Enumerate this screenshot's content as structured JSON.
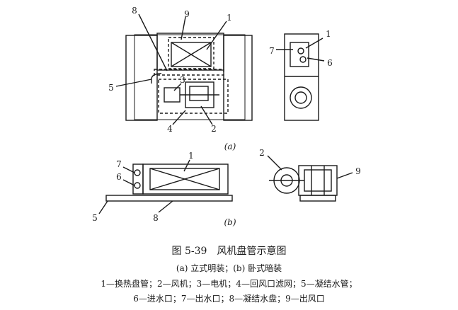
{
  "callouts": {
    "a_front": {
      "n8": "8",
      "n9": "9",
      "n1": "1",
      "n5": "5",
      "n3": "3",
      "n4": "4",
      "n2": "2"
    },
    "a_side": {
      "n7": "7",
      "n1": "1",
      "n6": "6"
    },
    "b_front": {
      "n7": "7",
      "n6": "6",
      "n1": "1",
      "n5": "5",
      "n8": "8"
    },
    "b_side": {
      "n2": "2",
      "n9": "9"
    }
  },
  "sublabels": {
    "a": "(a)",
    "b": "(b)"
  },
  "caption": {
    "title": "图 5-39　风机盘管示意图",
    "subtitle": "(a) 立式明装；(b) 卧式暗装",
    "legend_line1": "1—换热盘管；2—风机；3—电机；4—回风口滤网；5—凝结水管；",
    "legend_line2": "6—进水口；7—出水口；8—凝结水盘；9—出风口"
  }
}
